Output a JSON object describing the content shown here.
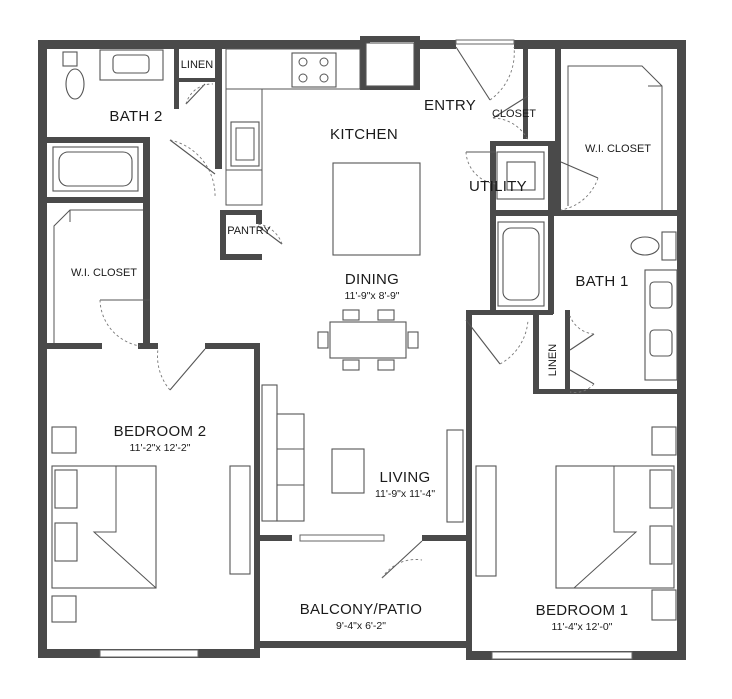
{
  "rooms": {
    "bath2": {
      "name": "BATH 2"
    },
    "linen_top": {
      "name": "LINEN"
    },
    "kitchen": {
      "name": "KITCHEN"
    },
    "entry": {
      "name": "ENTRY"
    },
    "closet": {
      "name": "CLOSET"
    },
    "wi_closet_right": {
      "name": "W.I. CLOSET"
    },
    "utility": {
      "name": "UTILITY"
    },
    "pantry": {
      "name": "PANTRY"
    },
    "wi_closet_left": {
      "name": "W.I. CLOSET"
    },
    "dining": {
      "name": "DINING",
      "dims": "11'-9\"x 8'-9\""
    },
    "bath1": {
      "name": "BATH 1"
    },
    "linen_right": {
      "name": "LINEN"
    },
    "bedroom2": {
      "name": "BEDROOM 2",
      "dims": "11'-2\"x 12'-2\""
    },
    "living": {
      "name": "LIVING",
      "dims": "11'-9\"x 11'-4\""
    },
    "balcony": {
      "name": "BALCONY/PATIO",
      "dims": "9'-4\"x 6'-2\""
    },
    "bedroom1": {
      "name": "BEDROOM 1",
      "dims": "11'-4\"x 12'-0\""
    }
  }
}
